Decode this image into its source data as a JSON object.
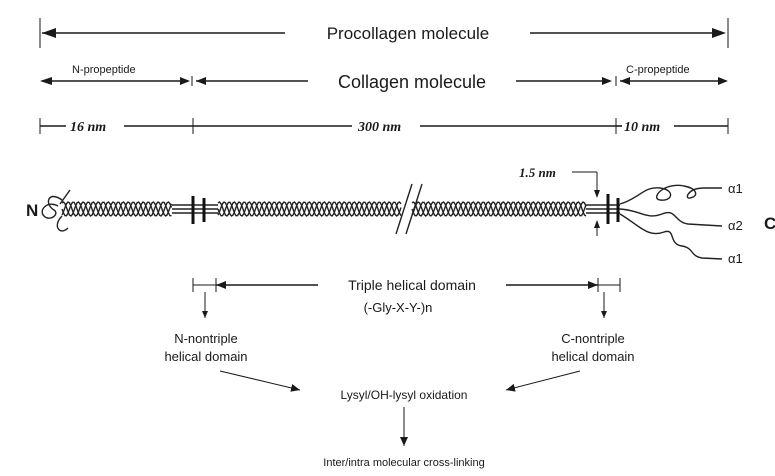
{
  "labels": {
    "procollagen": "Procollagen molecule",
    "n_propeptide": "N-propeptide",
    "collagen": "Collagen molecule",
    "c_propeptide": "C-propeptide",
    "len_n": "16 nm",
    "len_main": "300 nm",
    "len_c": "10 nm",
    "width": "1.5 nm",
    "n_term": "N",
    "c_term": "C",
    "chain_a1_top": "α1",
    "chain_a2": "α2",
    "chain_a1_bottom": "α1",
    "triple_helical": "Triple helical domain",
    "repeat": "(-Gly-X-Y-)n",
    "n_nontriple_1": "N-nontriple",
    "n_nontriple_2": "helical domain",
    "c_nontriple_1": "C-nontriple",
    "c_nontriple_2": "helical domain",
    "oxidation": "Lysyl/OH-lysyl oxidation",
    "crosslinking": "Inter/intra molecular cross-linking"
  }
}
